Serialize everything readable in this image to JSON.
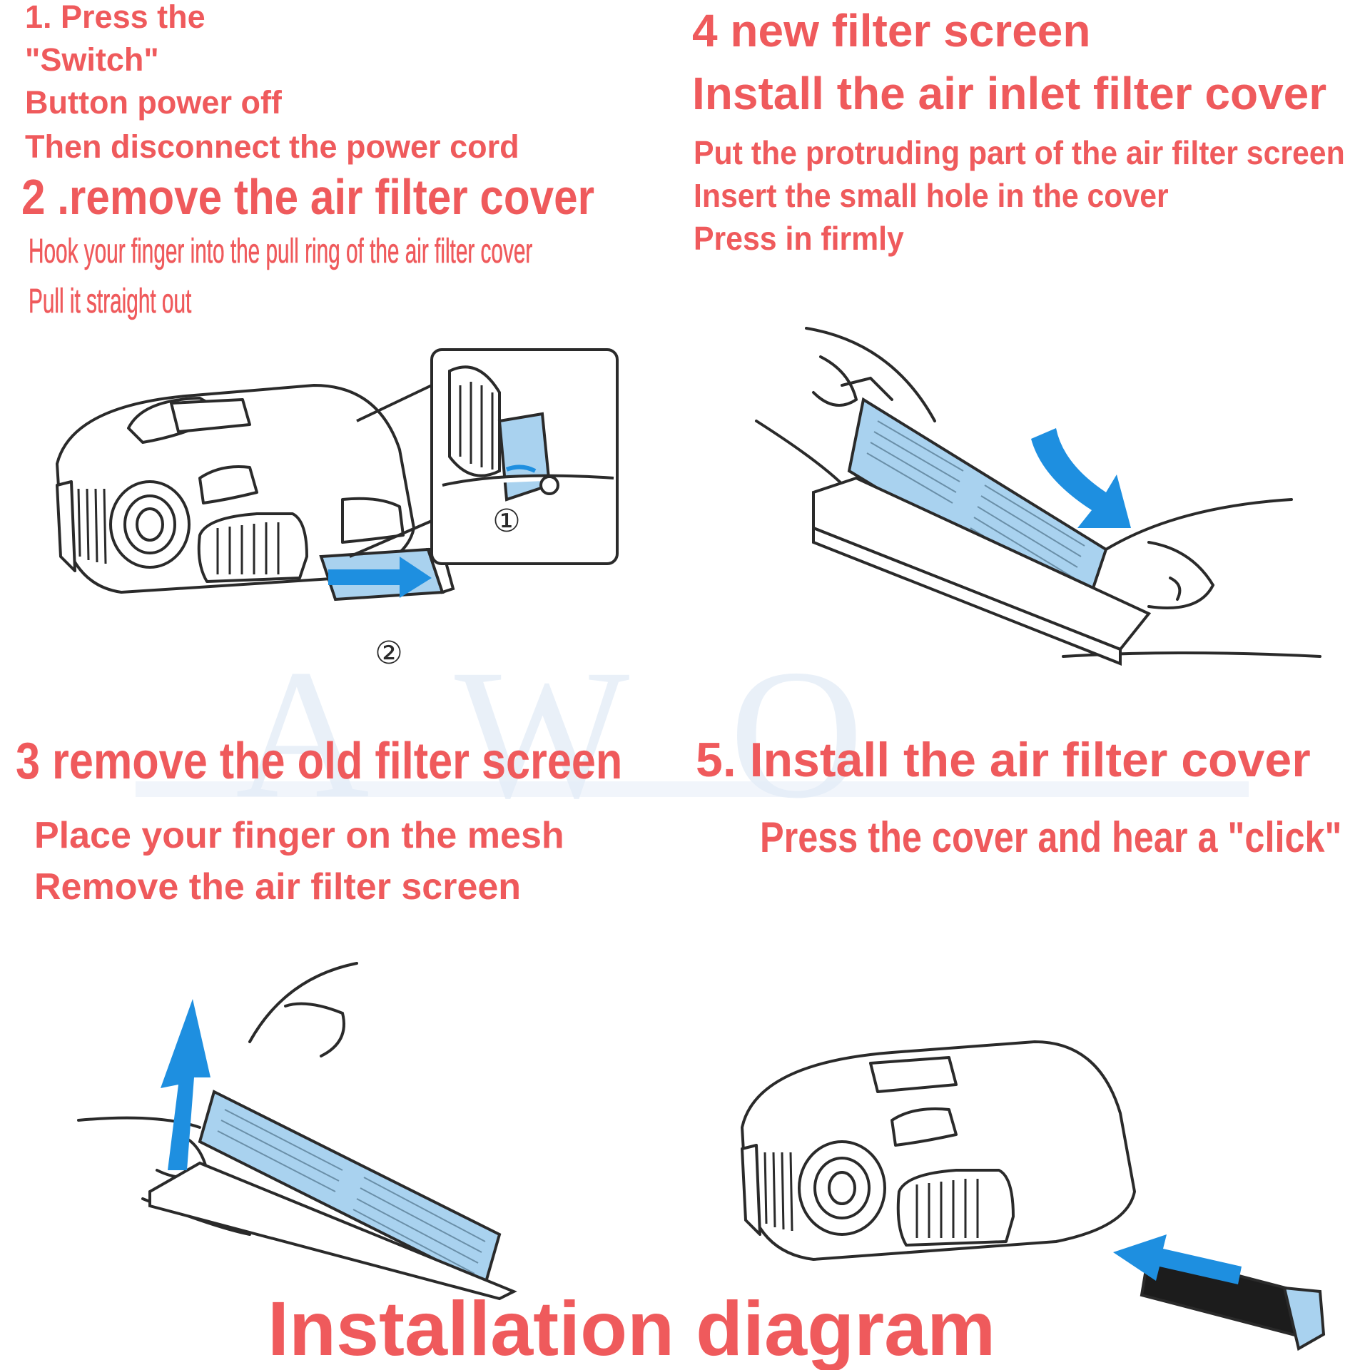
{
  "colors": {
    "text": "#ef5a5c",
    "filter_blue": "#a9d2ef",
    "arrow_blue": "#1e8fe0",
    "line": "#2a2a2a",
    "watermark": "#dbe7f5"
  },
  "step1": {
    "lines": [
      "1. Press the",
      "\"Switch\"",
      "Button power off",
      "Then disconnect the power cord"
    ]
  },
  "step2": {
    "title": "2 .remove the air filter cover",
    "lines": [
      "Hook your finger into the pull ring of the air filter cover",
      "Pull it straight out"
    ],
    "callout_1": "①",
    "callout_2": "②"
  },
  "step3": {
    "title": "3 remove the old filter screen",
    "lines": [
      "Place your finger on the mesh",
      "Remove the air filter screen"
    ]
  },
  "step4": {
    "title_line1": "4 new filter screen",
    "title_line2": "Install the air inlet filter cover",
    "lines": [
      "Put the protruding part of the air filter screen",
      "Insert the small hole in the cover",
      "Press in firmly"
    ]
  },
  "step5": {
    "title": "5. Install the air filter cover",
    "lines": [
      "Press the cover and hear a \"click\""
    ]
  },
  "footer": {
    "title": "Installation diagram"
  },
  "icons": {
    "projector": "projector-icon",
    "hand": "hand-icon",
    "filter": "filter-screen-icon",
    "arrow": "arrow-icon"
  }
}
